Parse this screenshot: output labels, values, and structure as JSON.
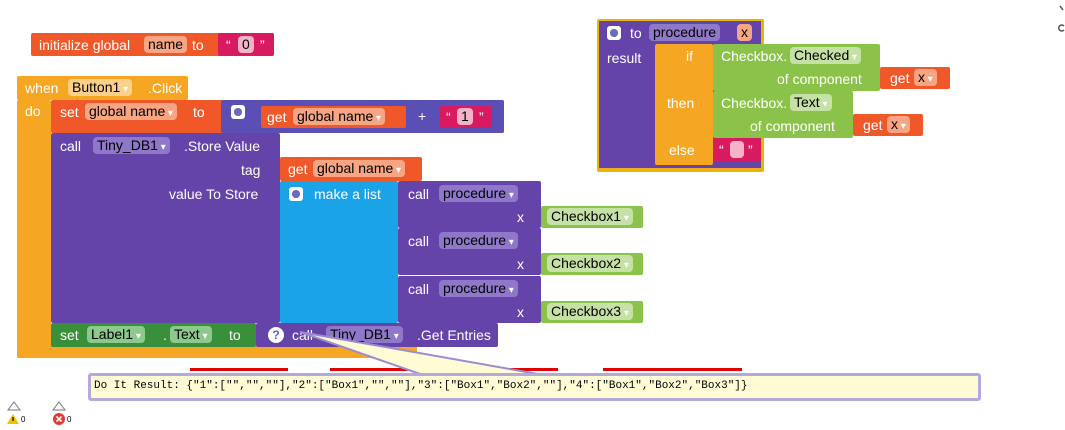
{
  "init_global": {
    "keyword": "initialize global",
    "var_name": "name",
    "to": "to",
    "value": "0"
  },
  "event": {
    "when": "when",
    "component": "Button1",
    "event": ".Click",
    "do": "do"
  },
  "set_name": {
    "set": "set",
    "var": "global name",
    "to": "to",
    "get": "get",
    "get_var": "global name",
    "plus": "+",
    "value": "1"
  },
  "store": {
    "call": "call",
    "component": "Tiny_DB1",
    "method": ".Store Value",
    "tag": "tag",
    "get": "get",
    "get_var": "global name",
    "value_to_store": "value To Store",
    "make_list": "make a list"
  },
  "proc_calls": [
    {
      "call": "call",
      "proc": "procedure",
      "arg": "x",
      "checkbox": "Checkbox1"
    },
    {
      "call": "call",
      "proc": "procedure",
      "arg": "x",
      "checkbox": "Checkbox2"
    },
    {
      "call": "call",
      "proc": "procedure",
      "arg": "x",
      "checkbox": "Checkbox3"
    }
  ],
  "set_label": {
    "set": "set",
    "component": "Label1",
    "dot": ".",
    "prop": "Text",
    "to": "to",
    "call": "call",
    "db": "Tiny_DB1",
    "method": ".Get Entries"
  },
  "proc_def": {
    "to": "to",
    "name": "procedure",
    "param": "x",
    "result": "result",
    "if": "if",
    "then": "then",
    "else": "else",
    "checked_comp": "Checkbox.",
    "checked_prop": "Checked",
    "of_component": "of component",
    "get": "get",
    "get_var": "x",
    "text_comp": "Checkbox.",
    "text_prop": "Text",
    "of_component2": "of component",
    "get2": "get",
    "get_var2": "x",
    "else_value": ""
  },
  "result_bubble": {
    "text": "Do It Result: {\"1\":[\"\",\"\",\"\"],\"2\":[\"Box1\",\"\",\"\"],\"3\":[\"Box1\",\"Box2\",\"\"],\"4\":[\"Box1\",\"Box2\",\"Box3\"]}"
  },
  "status": {
    "warnings": "0",
    "errors": "0"
  },
  "colors": {
    "orange": "#f0582a",
    "gold": "#f5a623",
    "purple": "#6544aa",
    "indigo": "#5a4fb5",
    "cyan": "#1ba3e8",
    "green": "#8bc34a",
    "darkgreen": "#3a8f3a",
    "pink": "#d81b60",
    "lime": "#8ac249"
  }
}
